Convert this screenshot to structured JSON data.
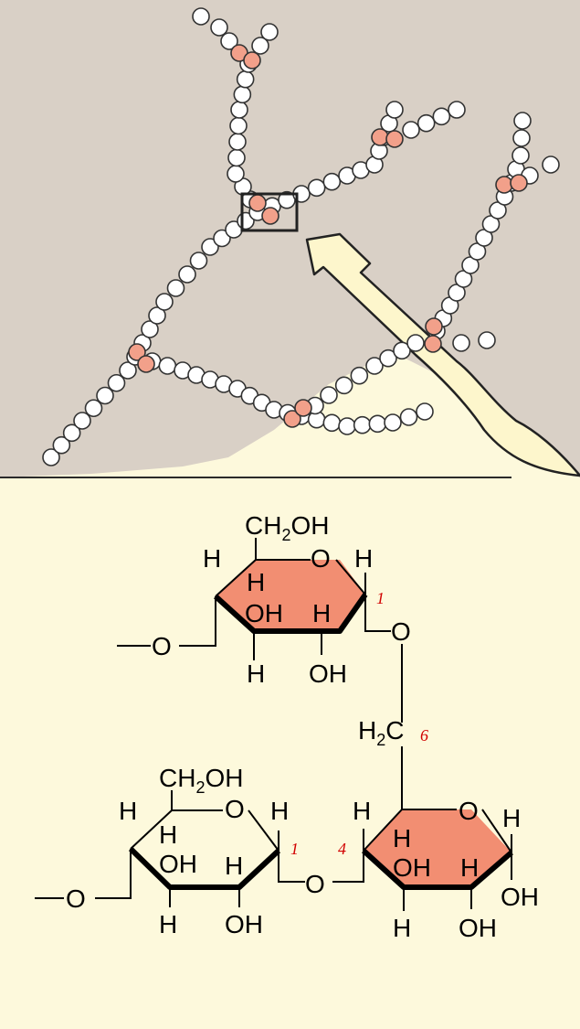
{
  "colors": {
    "top_background": "#d9d0c6",
    "bottom_background": "#fdf9dc",
    "glucose_unit": "#ffffff",
    "branch_point_unit": "#f2a08a",
    "ring_fill": "#f28e72",
    "arrow_fill": "#fdf6cc",
    "carbon_number": "#d10000"
  },
  "icons": {
    "units": "glucose-unit-icon",
    "branch_points": "branch-point-unit-icon",
    "zoom_box": "zoom-box-icon",
    "arrow": "magnify-arrow-icon"
  },
  "labels": {
    "ch2oh": "CH",
    "ch2oh_sub": "2",
    "ch2oh_tail": "OH",
    "o": "O",
    "h": "H",
    "oh": "OH",
    "h2c": "H",
    "h2c_sub": "2",
    "h2c_tail": "C",
    "c1": "1",
    "c4": "4",
    "c6": "6"
  }
}
